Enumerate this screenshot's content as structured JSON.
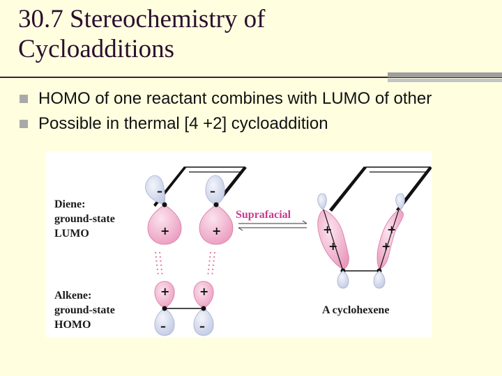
{
  "slide": {
    "title_line1": "30.7 Stereochemistry of",
    "title_line2": "Cycloadditions",
    "bullets": [
      "HOMO of one reactant combines with LUMO of other",
      "Possible in thermal [4 +2] cycloaddition"
    ]
  },
  "figure": {
    "diene_label": [
      "Diene:",
      "ground-state",
      "LUMO"
    ],
    "alkene_label": [
      "Alkene:",
      "ground-state",
      "HOMO"
    ],
    "arrow_label": "Suprafacial",
    "product_label": "A cyclohexene",
    "signs": {
      "plus": "+",
      "minus": "–"
    },
    "colors": {
      "pink_lobe": "#f0aac9",
      "blue_lobe": "#cfd6ea",
      "suprafacial_text": "#c8398f"
    }
  }
}
